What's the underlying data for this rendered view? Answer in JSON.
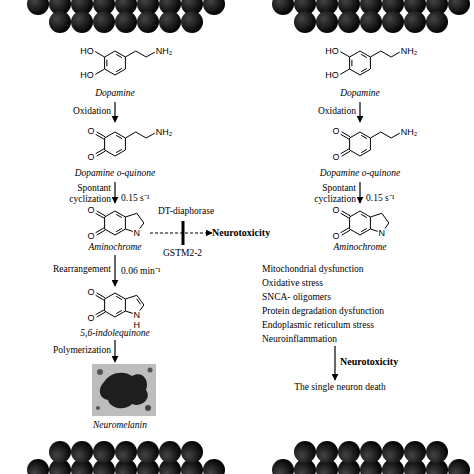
{
  "diagram": {
    "nodes": [
      {
        "text": [
          "Dopamine"
        ]
      },
      {
        "text": [
          "Dopamine o-quinone"
        ]
      },
      {
        "text": [
          "Aminochrome"
        ]
      },
      {
        "text": [
          "Neurotoxicity"
        ]
      },
      {
        "text": [
          "5,6-indolequinone"
        ]
      },
      {
        "text": [
          "Neuromelanin"
        ]
      },
      {
        "text": [
          "Dopamine"
        ]
      },
      {
        "text": [
          "Dopamine o-quinone"
        ]
      },
      {
        "text": [
          "Aminochrome"
        ]
      },
      {
        "text": [
          "Mitochondrial dysfunction",
          "Oxidative stress",
          "SNCA- oligomers",
          "Protein degradation dysfunction",
          "Endoplasmic reticulum stress",
          "Neuroinflammation"
        ]
      },
      {
        "text": [
          "The single neuron death"
        ]
      }
    ],
    "edges": [
      {
        "from": 0,
        "to": 1,
        "label": "Oxidation",
        "arrow": "to"
      },
      {
        "from": 1,
        "to": 2,
        "label": "Spontant cyclization",
        "arrow": "to"
      },
      {
        "from": 2,
        "to": 3,
        "arrow": "to"
      },
      {
        "from": 2,
        "to": 4,
        "label": "Rearrangement",
        "arrow": "to"
      },
      {
        "from": 4,
        "to": 5,
        "label": "Polymerization",
        "arrow": "to"
      },
      {
        "from": 6,
        "to": 7,
        "label": "Oxidation",
        "arrow": "to"
      },
      {
        "from": 7,
        "to": 8,
        "label": "Spontant cyclization",
        "arrow": "to"
      },
      {
        "from": 9,
        "to": 10,
        "label": "Neurotoxicity",
        "arrow": "to"
      }
    ],
    "labels": [
      "HO",
      "HO",
      "NH₂",
      "O",
      "O",
      "NH₂",
      "0.15 s⁻¹",
      "O",
      "O",
      "N",
      "DT-diaphorase",
      "GSTM2-2",
      "0.06 min⁻¹",
      "O",
      "O",
      "N",
      "H",
      "HO",
      "HO",
      "NH₂",
      "O",
      "O",
      "NH₂",
      "0.15 s⁻¹",
      "O",
      "O",
      "N"
    ]
  }
}
